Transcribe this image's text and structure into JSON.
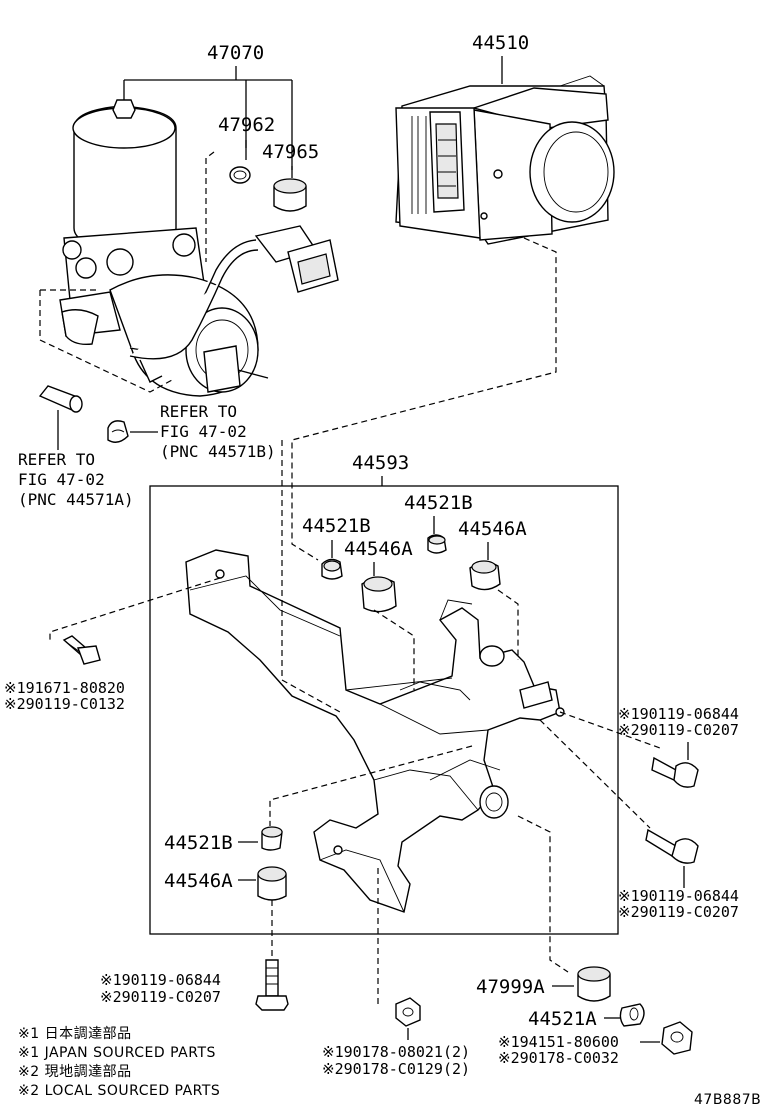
{
  "callouts": {
    "p47070": "47070",
    "p47962": "47962",
    "p47965": "47965",
    "p44510": "44510",
    "p44593": "44593",
    "p44521b_top_right": "44521B",
    "p44521b_top_left": "44521B",
    "p44546a_top_right": "44546A",
    "p44546a_top_left": "44546A",
    "p44521b_mid": "44521B",
    "p44546a_mid": "44546A",
    "p47999a": "47999A",
    "p44521a": "44521A"
  },
  "refs": {
    "right": {
      "line1": "REFER TO",
      "line2": "FIG 47-02",
      "line3": "(PNC 44571B)"
    },
    "left": {
      "line1": "REFER TO",
      "line2": "FIG 47-02",
      "line3": "(PNC 44571A)"
    }
  },
  "dual_numbers": {
    "left_bolt": {
      "jp": "※191671-80820",
      "local": "※290119-C0132"
    },
    "right_bolt_upper": {
      "jp": "※190119-06844",
      "local": "※290119-C0207"
    },
    "right_bolt_lower": {
      "jp": "※190119-06844",
      "local": "※290119-C0207"
    },
    "bottom_bolt": {
      "jp": "※190119-06844",
      "local": "※290119-C0207"
    },
    "bottom_nut": {
      "jp": "※190178-08021(2)",
      "local": "※290178-C0129(2)"
    },
    "bottom_right_nut": {
      "jp": "※194151-80600",
      "local": "※290178-C0032"
    }
  },
  "legend": [
    "※1 日本調達部品",
    "※1 JAPAN SOURCED PARTS",
    "※2 現地調達部品",
    "※2 LOCAL SOURCED PARTS"
  ],
  "figure_id": "47B887B"
}
